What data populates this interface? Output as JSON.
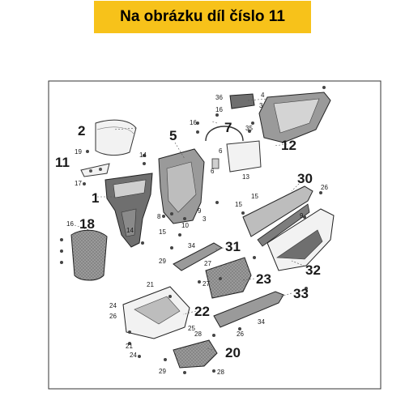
{
  "banner": {
    "title": "Na obrázku díl číslo 11"
  },
  "colors": {
    "banner": "#f7c21a",
    "outline": "#333333",
    "part_fill": "#f2f2f2",
    "dark_fill": "#6f6f6f",
    "pattern_fill": "#9a9a9a"
  },
  "callouts": {
    "c1": "1",
    "c2": "2",
    "c5": "5",
    "c7": "7",
    "c11": "11",
    "c12": "12",
    "c18": "18",
    "c20": "20",
    "c22": "22",
    "c23": "23",
    "c30": "30",
    "c31": "31",
    "c32": "32",
    "c33": "33"
  },
  "small_labels": {
    "s36": "36",
    "s16a": "16",
    "s4a": "4",
    "s3a": "3",
    "s35": "35",
    "s6a": "6",
    "s13a": "13",
    "s6b": "6",
    "s16b": "16",
    "s19": "19",
    "s14a": "14",
    "s17": "17",
    "s15a": "15",
    "s9": "9",
    "s26a": "26",
    "s16c": "16",
    "s8": "8",
    "s10": "10",
    "s3b": "3",
    "s15b": "15",
    "s14b": "14",
    "s34a": "34",
    "s29a": "29",
    "s27a": "27",
    "s27b": "27",
    "s24a": "24",
    "s26b": "26",
    "s21a": "21",
    "s25": "25",
    "s21b": "21",
    "s24b": "24",
    "s29b": "29",
    "s28a": "28",
    "s28b": "28",
    "s34b": "34",
    "s26c": "26",
    "s15c": "15",
    "s9b": "9"
  }
}
